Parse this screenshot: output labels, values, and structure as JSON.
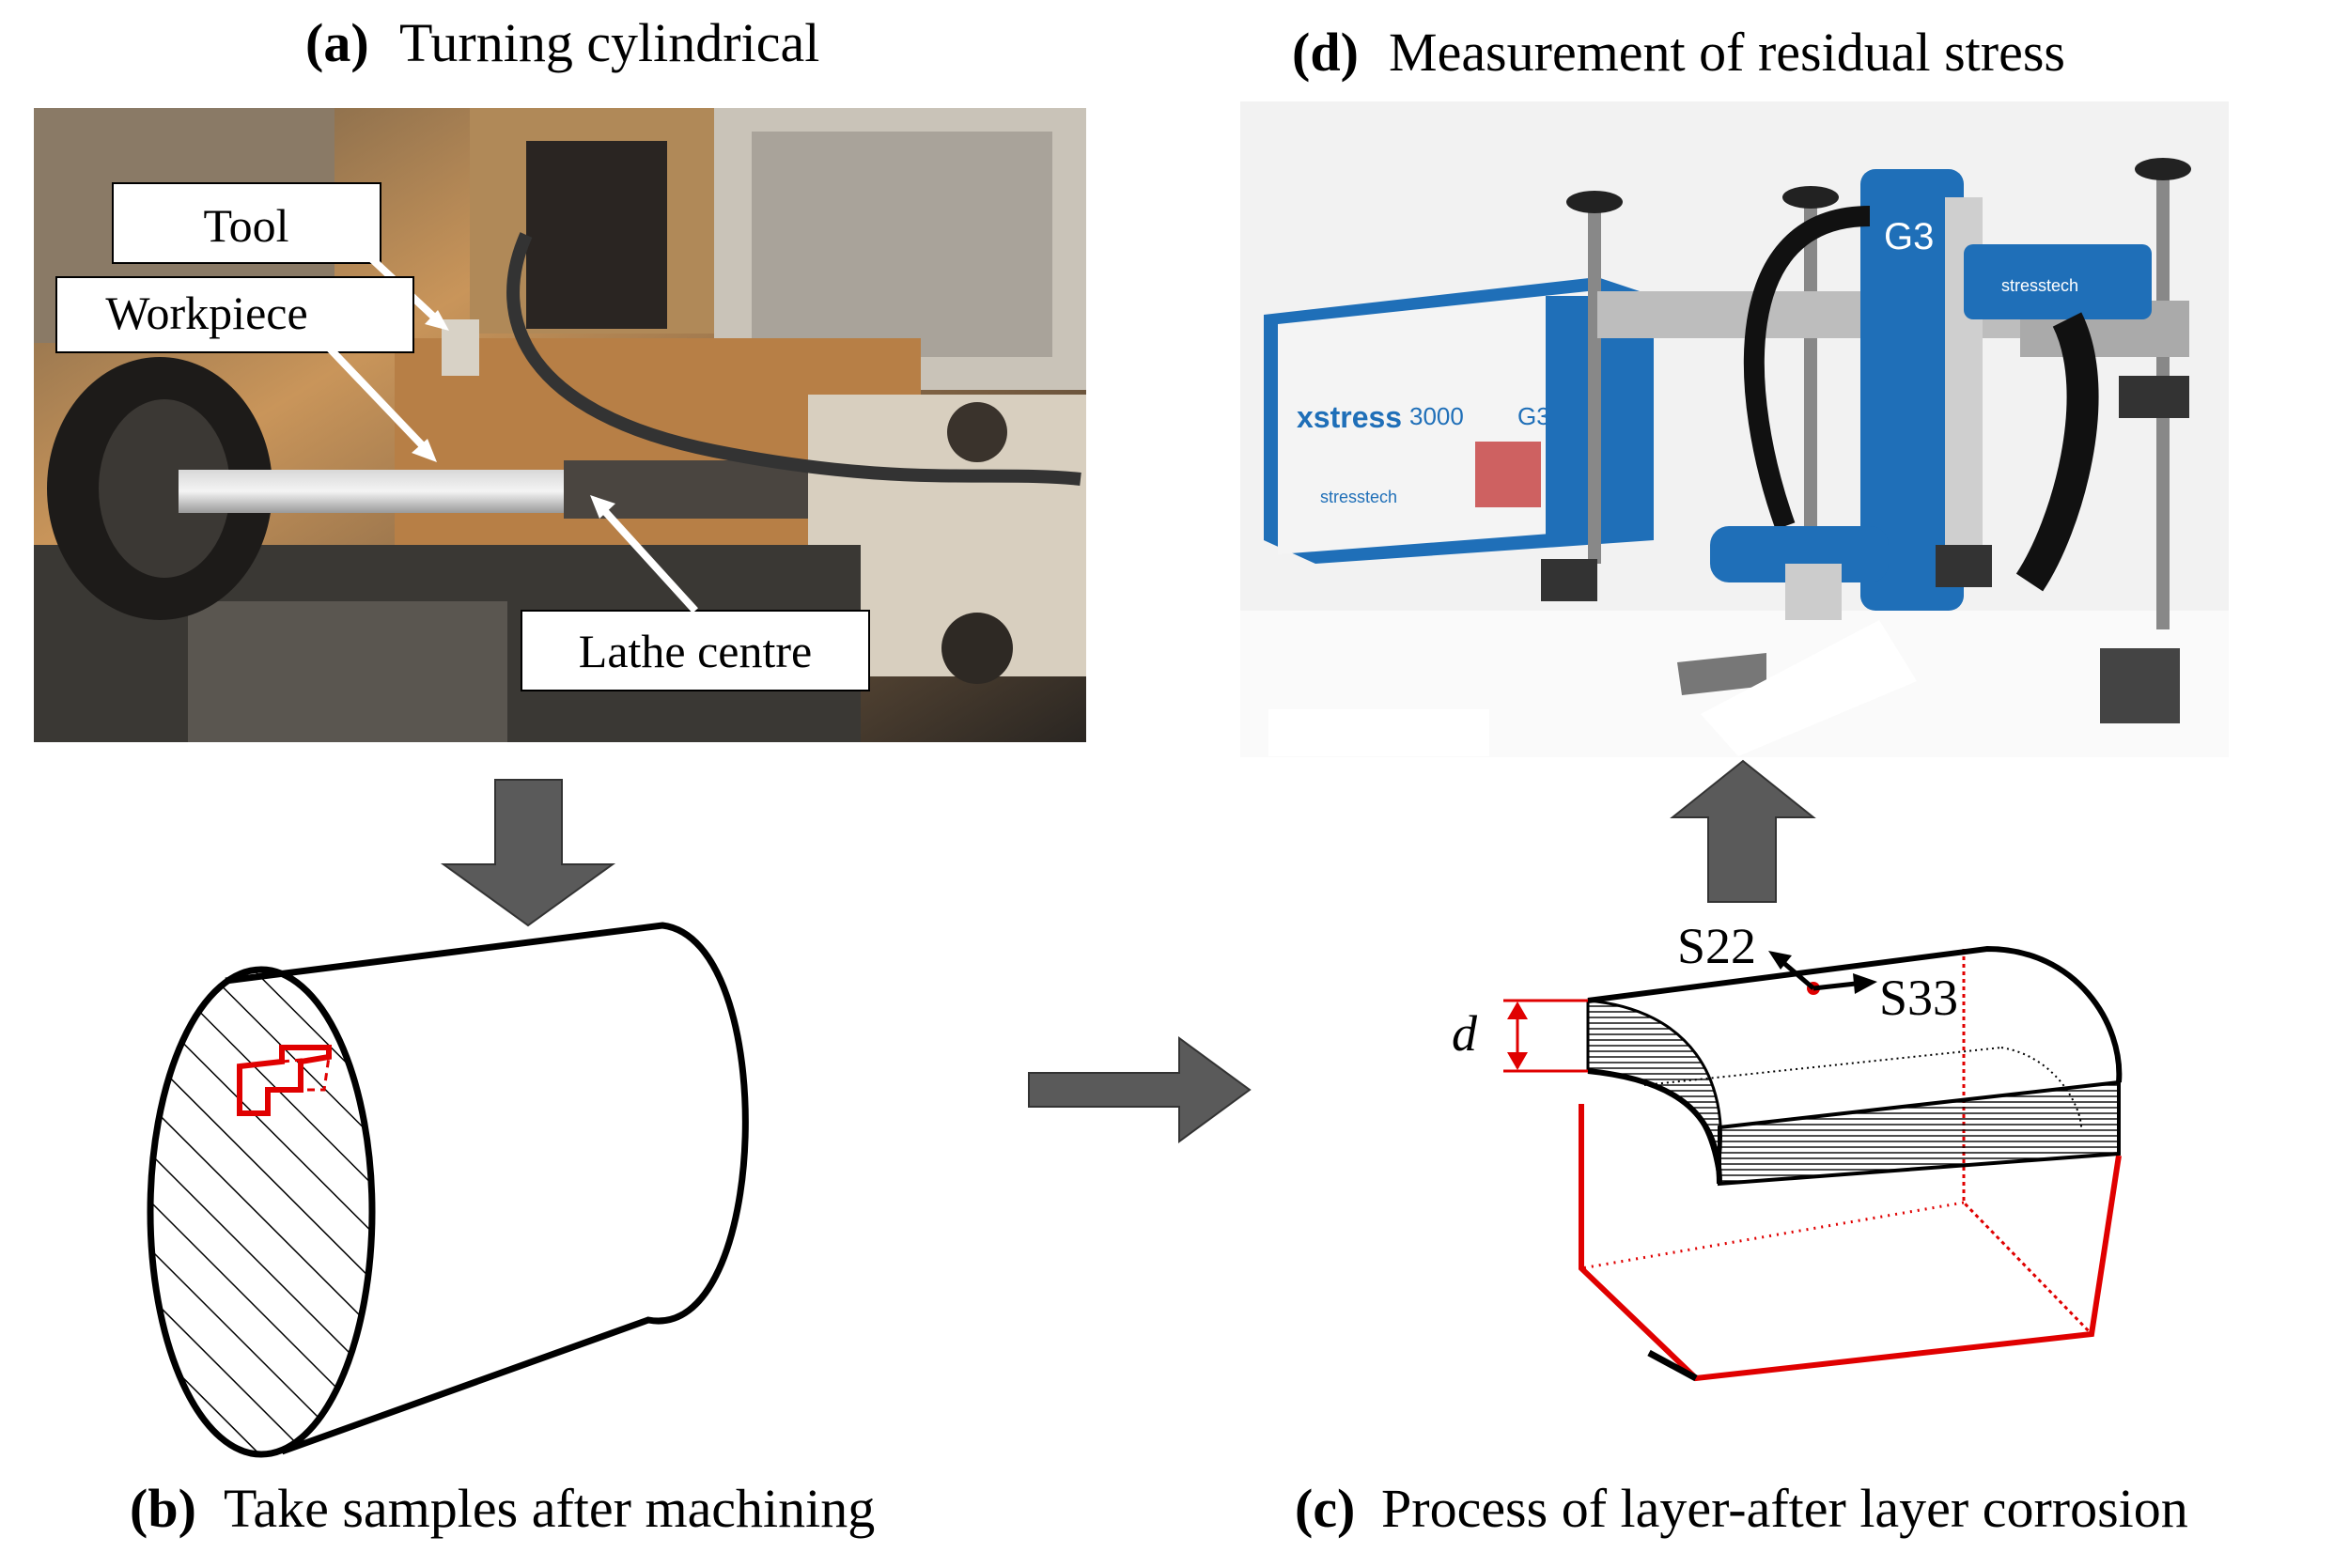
{
  "panels": {
    "a": {
      "letter": "(a)",
      "title": "Turning cylindrical",
      "labels": {
        "tool": "Tool",
        "workpiece": "Workpiece",
        "lathe_centre": "Lathe centre"
      }
    },
    "b": {
      "letter": "(b)",
      "title": "Take samples after machining"
    },
    "c": {
      "letter": "(c)",
      "title": "Process of layer-after layer corrosion",
      "labels": {
        "s22": "S22",
        "s33": "S33",
        "d": "d"
      }
    },
    "d": {
      "letter": "(d)",
      "title": "Measurement of residual stress",
      "device": {
        "brand": "xstress",
        "model": "3000",
        "version": "G3",
        "maker": "stresstech",
        "head_label": "G3"
      }
    }
  },
  "colors": {
    "arrow": "#5a5a5a",
    "highlight": "#e00000",
    "device_blue": "#1f6fb8",
    "photo_bg": "#3a332c"
  }
}
